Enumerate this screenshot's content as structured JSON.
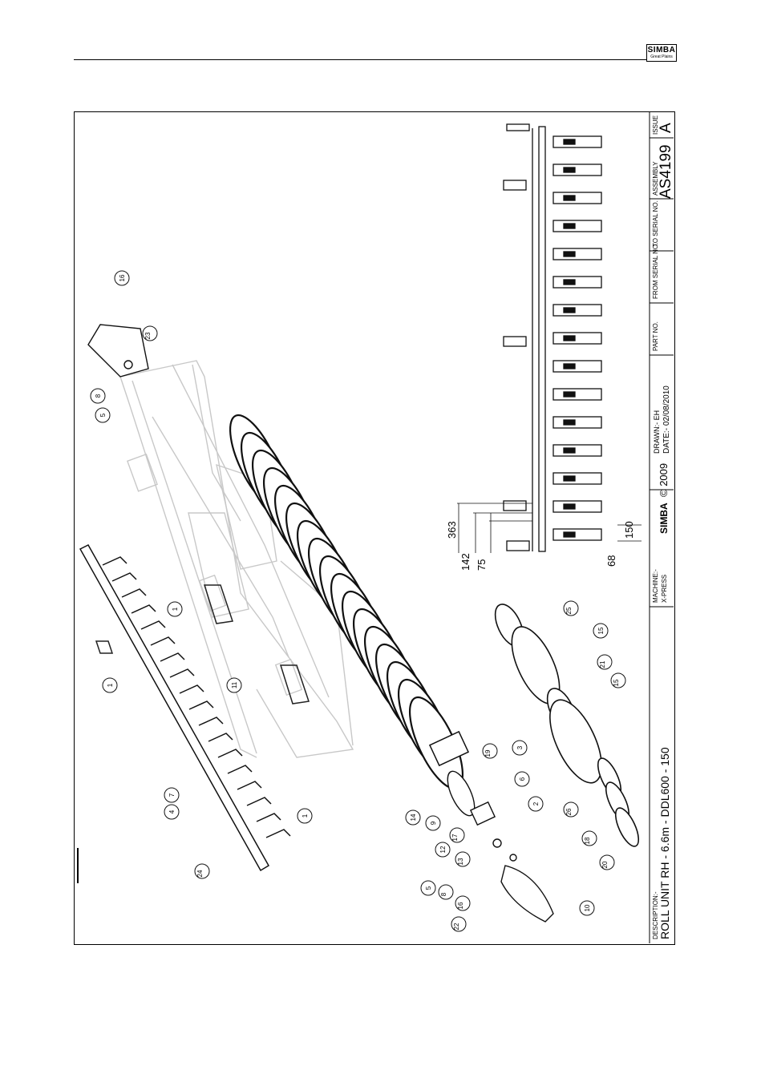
{
  "logo": {
    "top": "SIMBA",
    "bottom": "Great Plains"
  },
  "title_block": {
    "description_label": "DESCRIPTION:-",
    "description": "ROLL UNIT RH - 6.6m - DDL600 - 150",
    "machine_label": "MACHINE:-",
    "machine": "X-PRESS",
    "copyright_brand": "SIMBA",
    "copyright": "© 2009",
    "drawn": "DRAWN:-  EH",
    "date": "DATE:-  02/08/2010",
    "part_no_label": "PART NO.",
    "from_serial_label": "FROM SERIAL NO.",
    "to_serial_label": "TO SERIAL NO.",
    "assembly_label": "ASSEMBLY",
    "assembly": "AS4199",
    "issue_label": "ISSUE",
    "issue": "A"
  },
  "dimensions": {
    "d363": "363",
    "d142": "142",
    "d75": "75",
    "d68": "68",
    "d150": "150"
  },
  "balloons": [
    "1",
    "1",
    "1",
    "1",
    "2",
    "3",
    "4",
    "5",
    "5",
    "6",
    "7",
    "8",
    "8",
    "9",
    "10",
    "11",
    "12",
    "13",
    "14",
    "15",
    "15",
    "16",
    "16",
    "17",
    "18",
    "19",
    "20",
    "21",
    "22",
    "23",
    "24",
    "25",
    "26"
  ]
}
